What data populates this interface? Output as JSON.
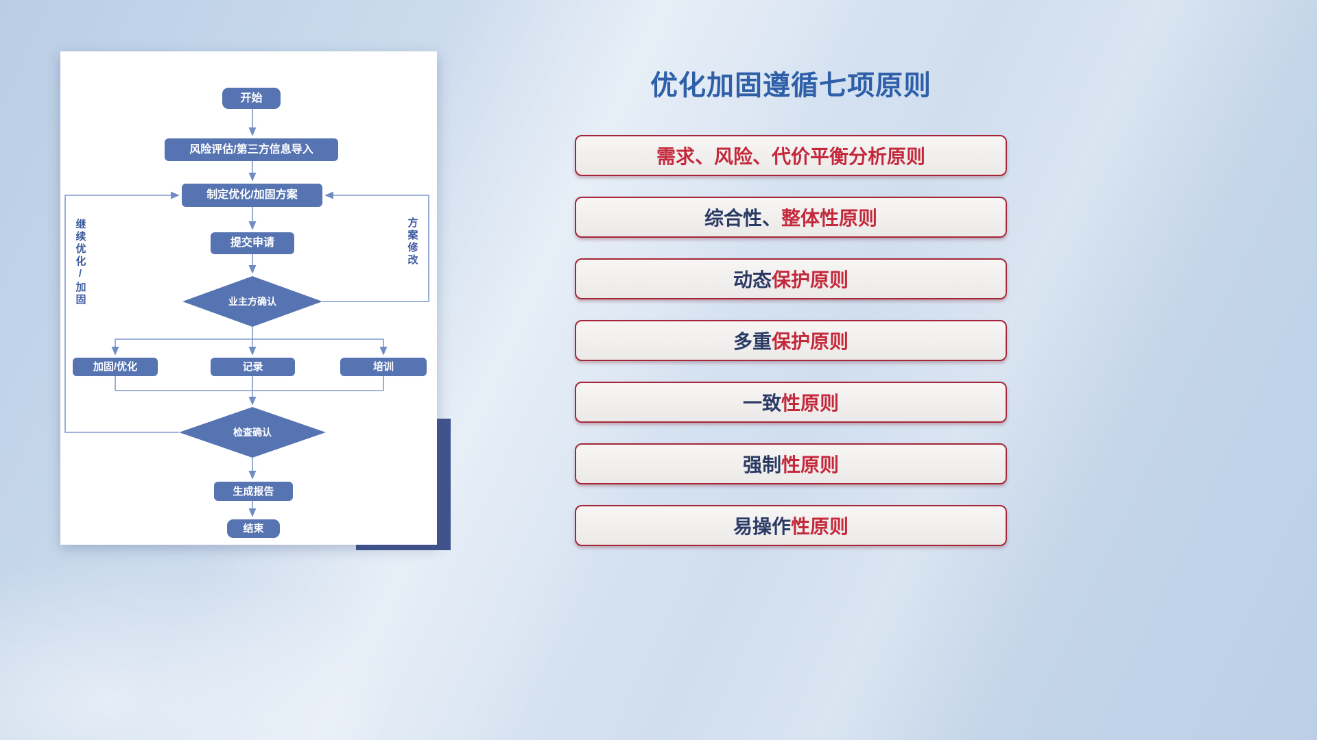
{
  "title": "优化加固遵循七项原则",
  "colors": {
    "accent_blue": "#2e5fa8",
    "node_fill": "#5673b2",
    "connector": "#7e99cd",
    "principle_red": "#c3293b",
    "principle_navy": "#2b3a64",
    "principle_border": "#a62639",
    "shadow_block": "#42548e"
  },
  "flowchart": {
    "nodes": {
      "start": "开始",
      "risk_import": "风险评估/第三方信息导入",
      "make_plan": "制定优化/加固方案",
      "submit": "提交申请",
      "owner_confirm": "业主方确认",
      "reinforce": "加固/优化",
      "record": "记录",
      "training": "培训",
      "check_confirm": "检查确认",
      "report": "生成报告",
      "end": "结束"
    },
    "loop_labels": {
      "left": "继续优化/加固",
      "right": "方案修改"
    }
  },
  "principles": [
    {
      "segments": [
        {
          "text": "需求、风险、代价平衡分析原则",
          "color": "red"
        }
      ]
    },
    {
      "segments": [
        {
          "text": "综合性、",
          "color": "navy"
        },
        {
          "text": "整体性原则",
          "color": "red"
        }
      ]
    },
    {
      "segments": [
        {
          "text": "动态",
          "color": "navy"
        },
        {
          "text": "保护原则",
          "color": "red"
        }
      ]
    },
    {
      "segments": [
        {
          "text": "多重",
          "color": "navy"
        },
        {
          "text": "保护原则",
          "color": "red"
        }
      ]
    },
    {
      "segments": [
        {
          "text": "一致",
          "color": "navy"
        },
        {
          "text": "性原则",
          "color": "red"
        }
      ]
    },
    {
      "segments": [
        {
          "text": "强制",
          "color": "navy"
        },
        {
          "text": "性原则",
          "color": "red"
        }
      ]
    },
    {
      "segments": [
        {
          "text": "易操作",
          "color": "navy"
        },
        {
          "text": "性原则",
          "color": "red"
        }
      ]
    }
  ]
}
